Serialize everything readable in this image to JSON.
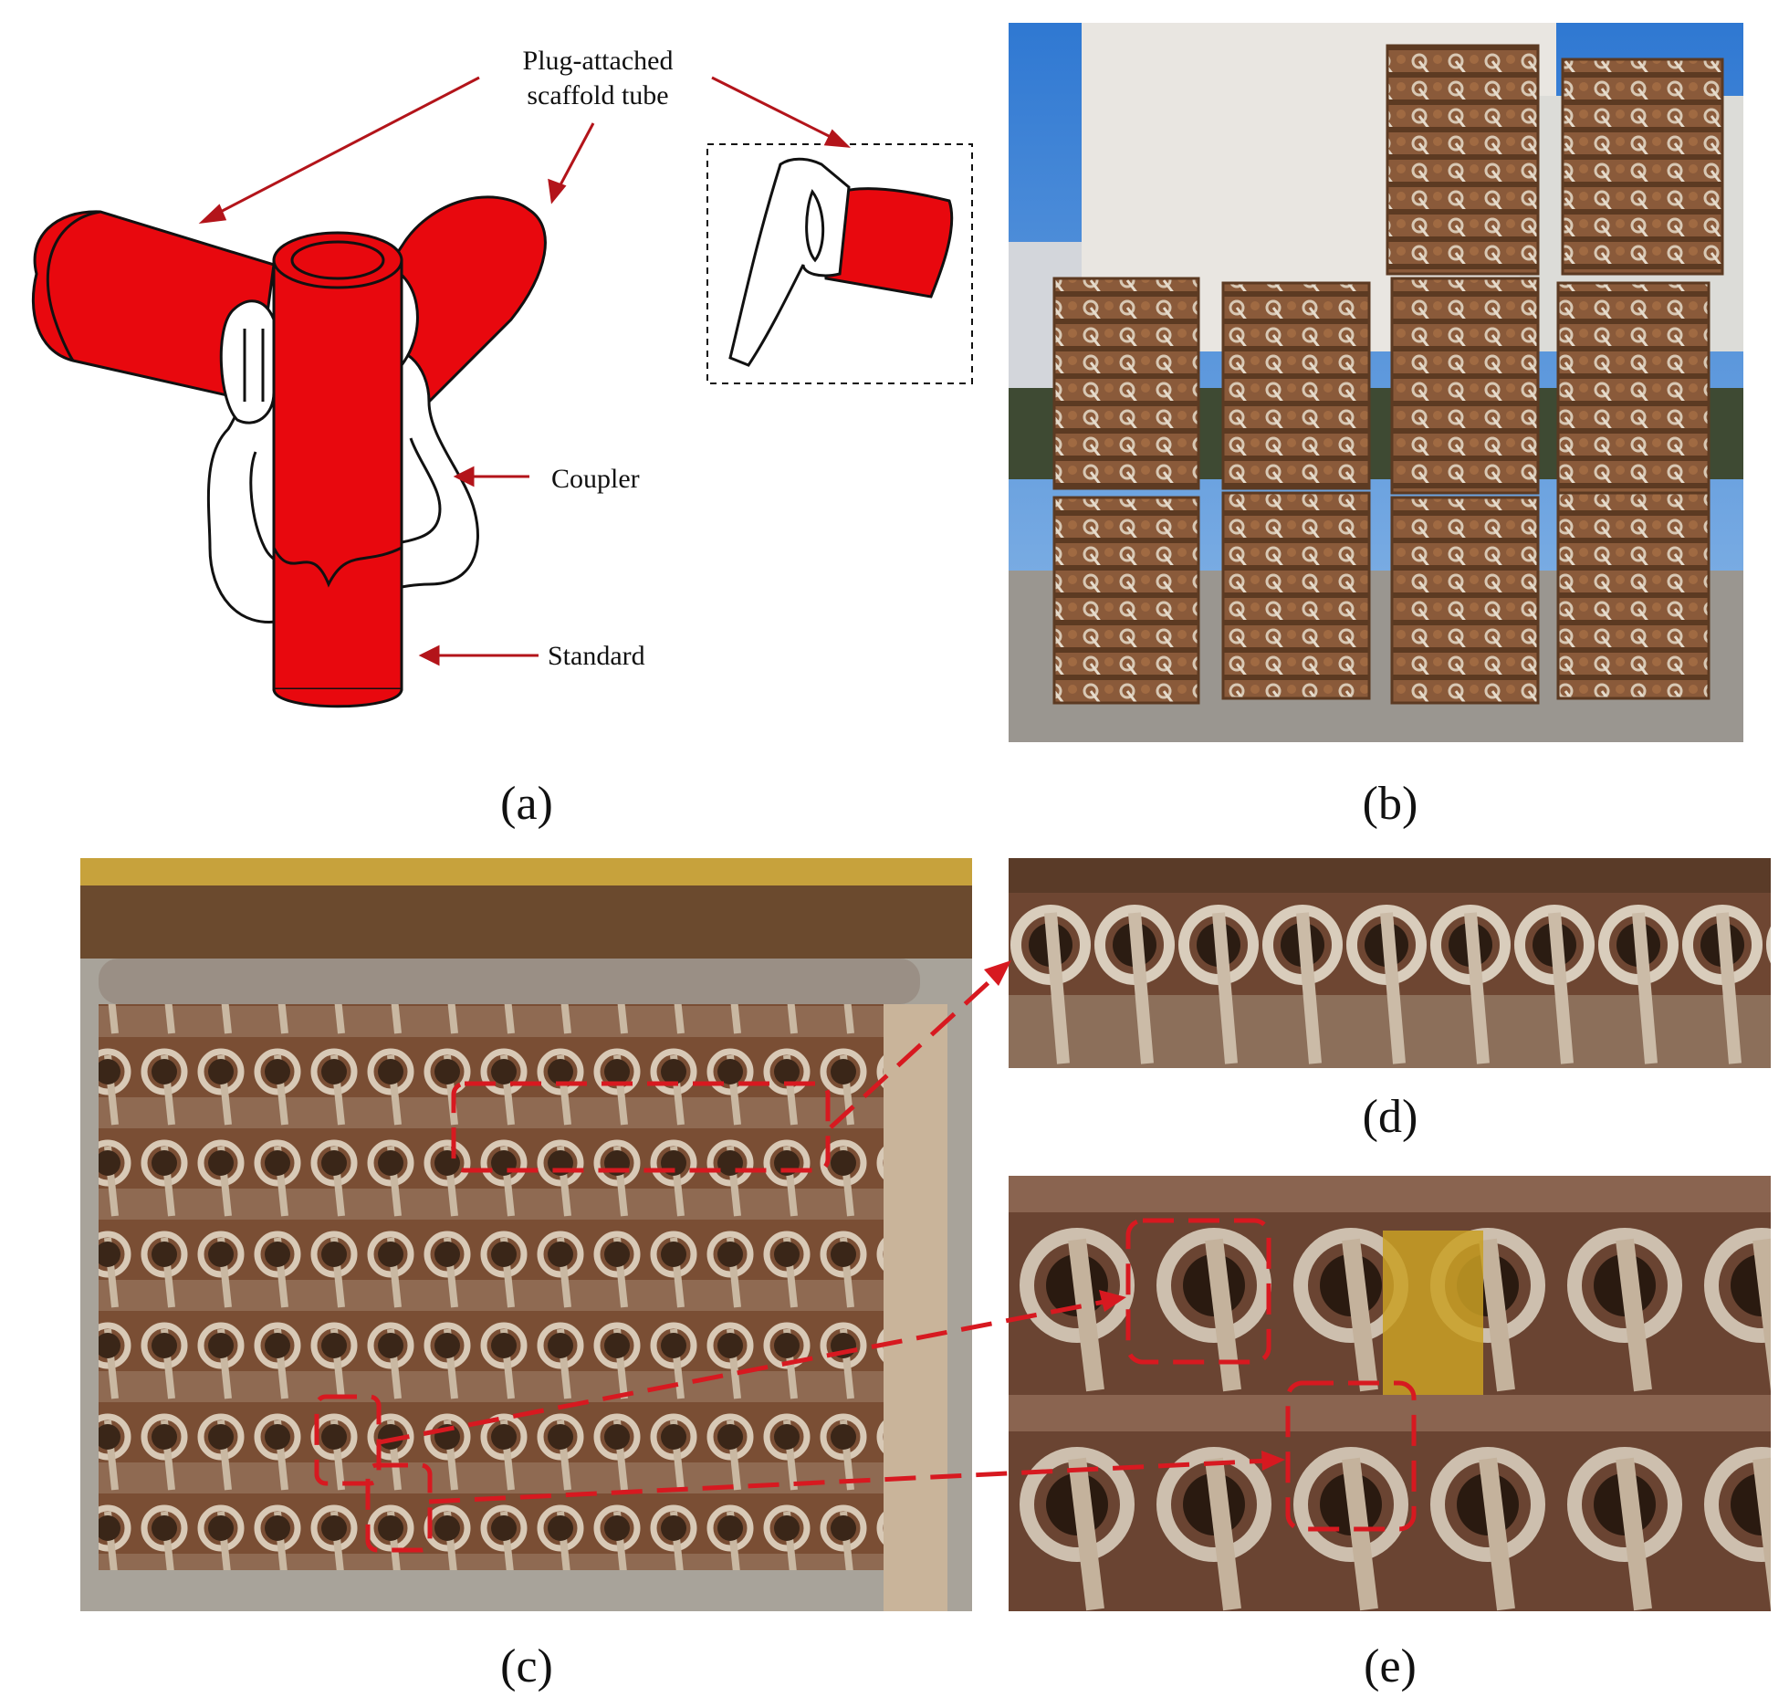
{
  "labels": {
    "a": "(a)",
    "b": "(b)",
    "c": "(c)",
    "d": "(d)",
    "e": "(e)"
  },
  "callouts": {
    "tube_line1": "Plug-attached",
    "tube_line2": "scaffold tube",
    "coupler": "Coupler",
    "standard": "Standard"
  },
  "colors": {
    "tube_red": "#e8080e",
    "arrow_red": "#b3141a",
    "dash_red": "#d71920",
    "rust": "#8a5a3a",
    "sky": "#3f86d8"
  }
}
